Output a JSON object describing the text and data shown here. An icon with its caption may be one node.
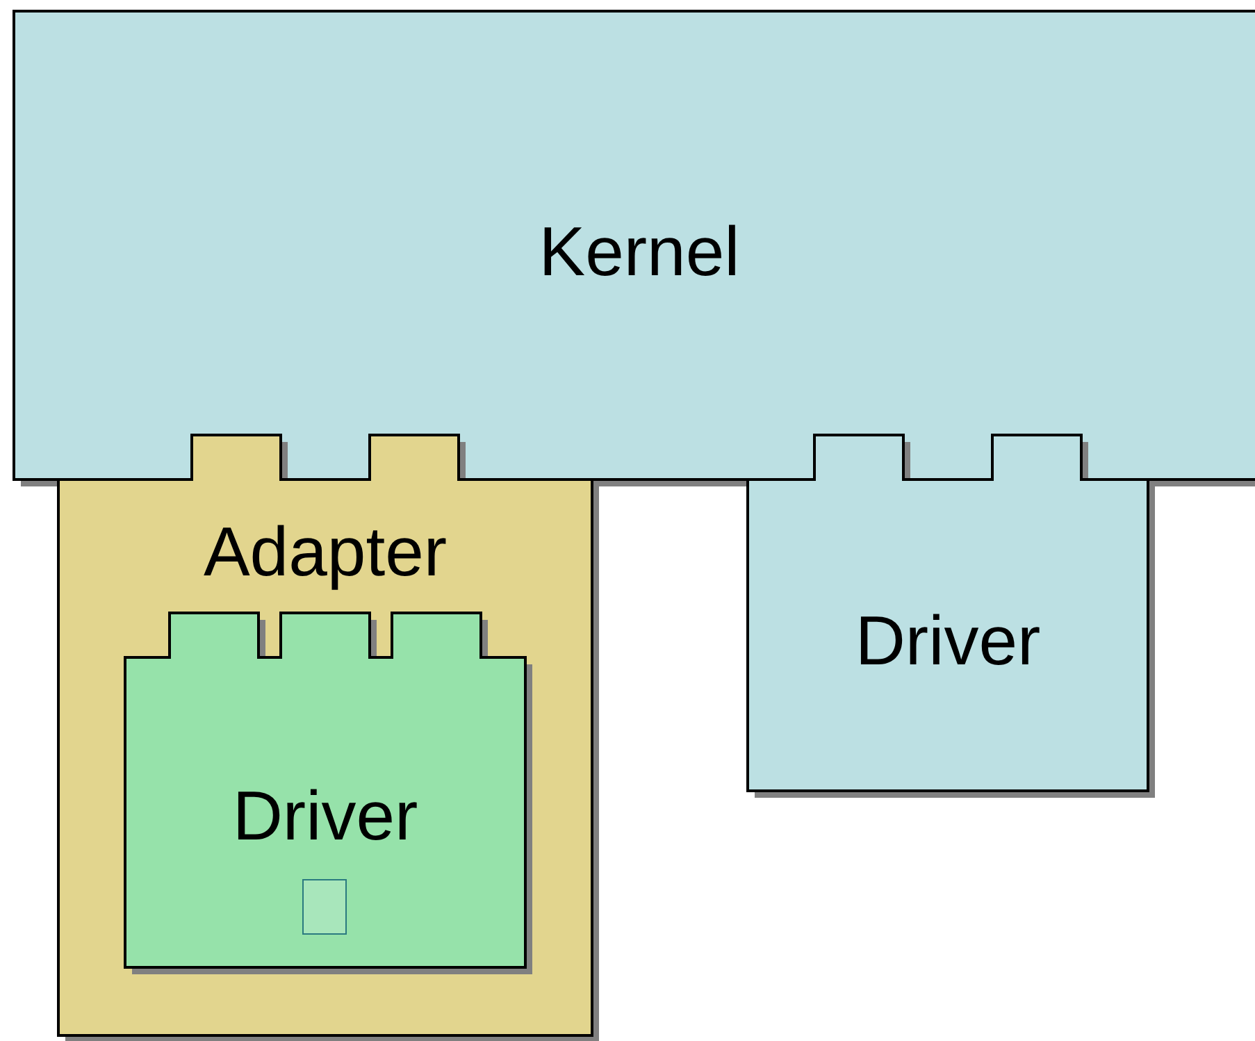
{
  "diagram": {
    "nodes": [
      {
        "text": [
          "Kernel"
        ]
      },
      {
        "text": [
          "Adapter"
        ]
      },
      {
        "text": [
          "Driver"
        ],
        "in": 1
      },
      {
        "text": [
          "Driver"
        ]
      }
    ]
  }
}
